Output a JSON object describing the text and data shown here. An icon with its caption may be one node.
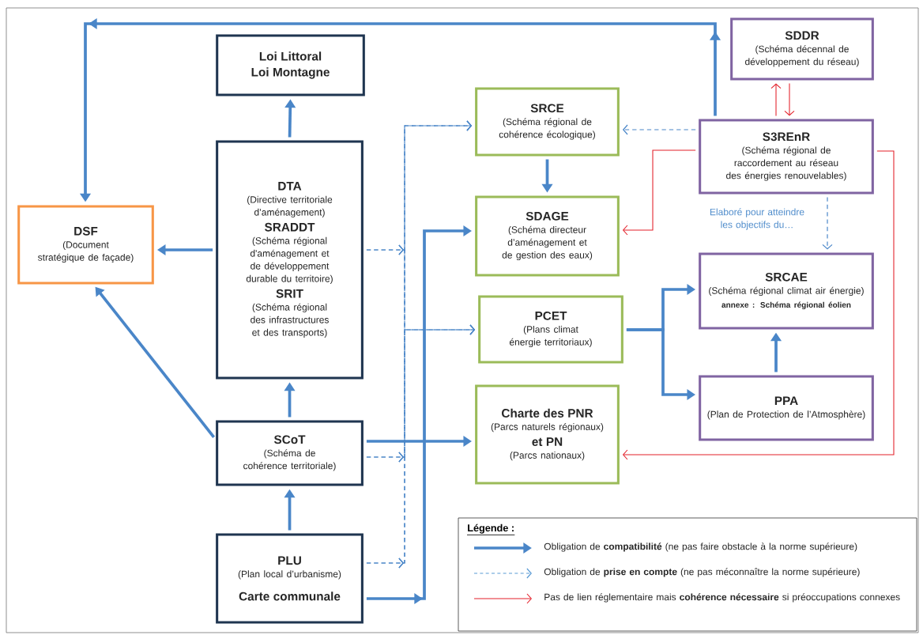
{
  "diagram": {
    "nodes": [
      {
        "text": [
          "Loi Littoral",
          "Loi Montagne"
        ]
      },
      {
        "text": [
          "DTA",
          "(Directive territoriale d’aménagement)",
          "SRADDT",
          "(Schéma régional d'aménagement et de développement durable du territoire)",
          "SRIT",
          "(Schéma régional des infrastructures et des transports)"
        ]
      },
      {
        "text": [
          "DSF",
          "(Document stratégique de façade)"
        ]
      },
      {
        "text": [
          "SCoT",
          "(Schéma de cohérence territoriale)"
        ]
      },
      {
        "text": [
          "PLU",
          "(Plan local d’urbanisme)",
          "Carte communale"
        ]
      },
      {
        "text": [
          "SRCE",
          "(Schéma régional de cohérence écologique)"
        ]
      },
      {
        "text": [
          "SDAGE",
          "(Schéma directeur d’aménagement et de gestion des eaux)"
        ]
      },
      {
        "text": [
          "PCET",
          "(Plans climat énergie territoriaux)"
        ]
      },
      {
        "text": [
          "Charte des PNR",
          "(Parcs naturels régionaux)",
          "et PN",
          "(Parcs nationaux)"
        ]
      },
      {
        "text": [
          "SDDR",
          "(Schéma décennal de développement du réseau)"
        ]
      },
      {
        "text": [
          "S3REnR",
          "(Schéma régional de raccordement au réseau des énergies renouvelables)"
        ]
      },
      {
        "text": [
          "SRCAE",
          "(Schéma régional climat air énergie)",
          "annexe : Schéma régional éolien"
        ]
      },
      {
        "text": [
          "PPA",
          "(Plan de Protection de l’Atmosphère)"
        ]
      }
    ],
    "edges": [
      {
        "from": 1,
        "to": 0,
        "arrow": "to",
        "style": "thick"
      },
      {
        "from": 1,
        "to": 2,
        "arrow": "to",
        "style": "thick"
      },
      {
        "from": 3,
        "to": 1,
        "arrow": "to",
        "style": "thick"
      },
      {
        "from": 4,
        "to": 3,
        "arrow": "to",
        "style": "thick"
      },
      {
        "from": 3,
        "to": 2,
        "arrow": "to",
        "style": "thick"
      },
      {
        "from": 10,
        "to": 2,
        "arrow": "to",
        "style": "thick"
      },
      {
        "from": 5,
        "to": 6,
        "arrow": "to",
        "style": "thick"
      },
      {
        "from": 3,
        "to": 8,
        "arrow": "to",
        "style": "thick"
      },
      {
        "from": 4,
        "to": 6,
        "arrow": "to",
        "style": "thick"
      },
      {
        "from": 7,
        "to": 11,
        "arrow": "to",
        "style": "thick"
      },
      {
        "from": 7,
        "to": 12,
        "arrow": "to",
        "style": "thick"
      },
      {
        "from": 12,
        "to": 11,
        "arrow": "to",
        "style": "thick"
      },
      {
        "from": 1,
        "to": 5,
        "arrow": "to",
        "style": "dashed"
      },
      {
        "from": 1,
        "to": 7,
        "arrow": "to",
        "style": "dashed"
      },
      {
        "from": 3,
        "to": 5,
        "arrow": "to",
        "style": "dashed"
      },
      {
        "from": 3,
        "to": 7,
        "arrow": "to",
        "style": "dashed"
      },
      {
        "from": 4,
        "to": 5,
        "arrow": "to",
        "style": "dashed"
      },
      {
        "from": 4,
        "to": 7,
        "arrow": "to",
        "style": "dashed"
      },
      {
        "from": 10,
        "to": 5,
        "arrow": "to",
        "style": "dashed"
      },
      {
        "from": 10,
        "to": 11,
        "arrow": "to",
        "style": "dashed",
        "label": "Elaboré pour atteindre les objectifs du…"
      },
      {
        "from": 10,
        "to": 9,
        "arrow": "to",
        "color": "#e3202a"
      },
      {
        "from": 9,
        "to": 10,
        "arrow": "to",
        "color": "#e3202a"
      },
      {
        "from": 10,
        "to": 6,
        "arrow": "to",
        "color": "#e3202a"
      },
      {
        "from": 10,
        "to": 8,
        "arrow": "to",
        "color": "#e3202a"
      }
    ],
    "labels": [
      "Légende :"
    ],
    "legend": [
      {
        "text": "Obligation de **compatibilité** (ne pas faire obstacle à la norme supérieure)"
      },
      {
        "text": "Obligation de **prise en compte** (ne pas méconnaître la norme supérieure)"
      },
      {
        "text": "Pas de lien réglementaire mais **cohérence nécessaire** si préoccupations connexes"
      }
    ]
  }
}
